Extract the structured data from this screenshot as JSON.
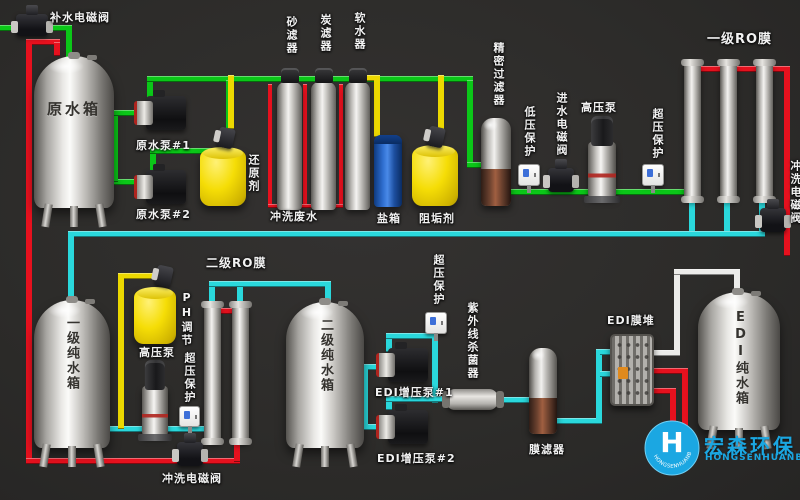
{
  "labels": {
    "makeup_valve": "补水电磁阀",
    "raw_tank": "原水箱",
    "raw_pump1": "原水泵#1",
    "raw_pump2": "原水泵#2",
    "reducer": "还原剂",
    "sand_filter": "砂滤器",
    "carbon_filter": "炭滤器",
    "softener": "软水器",
    "flush_waste": "冲洗废水",
    "salt_box": "盐箱",
    "antiscalant": "阻垢剂",
    "precision_filter": "精密过滤器",
    "low_pressure": "低压保护",
    "inlet_valve": "进水电磁阀",
    "hp_pump_top": "高压泵",
    "overpressure_top": "超压保护",
    "ro1": "一级RO膜",
    "flush_valve_right": "冲洗电磁阀",
    "ro2": "二级RO膜",
    "ph_adjust": "PH调节",
    "pure_tank1": "一级纯水箱",
    "hp_pump_bottom": "高压泵",
    "overpressure_left": "超压保护",
    "flush_valve_bottom": "冲洗电磁阀",
    "pure_tank2": "二级纯水箱",
    "edi_pump1": "EDI增压泵#1",
    "edi_pump2": "EDI增压泵#2",
    "overpressure_mid": "超压保护",
    "uv_sterilizer": "紫外线杀菌器",
    "membrane_filter": "膜滤器",
    "edi_stack": "EDI膜堆",
    "edi_tank": "EDI纯水箱",
    "logo_cn": "宏森环保",
    "logo_en": "HONGSENHUANBAO",
    "logo_mark": "H"
  },
  "colors": {
    "green": "#0bc718",
    "red": "#e6111e",
    "cyan": "#2ad8dc",
    "yellow": "#ecd800",
    "white": "#ececea",
    "logoblue": "#1ba7e2"
  }
}
